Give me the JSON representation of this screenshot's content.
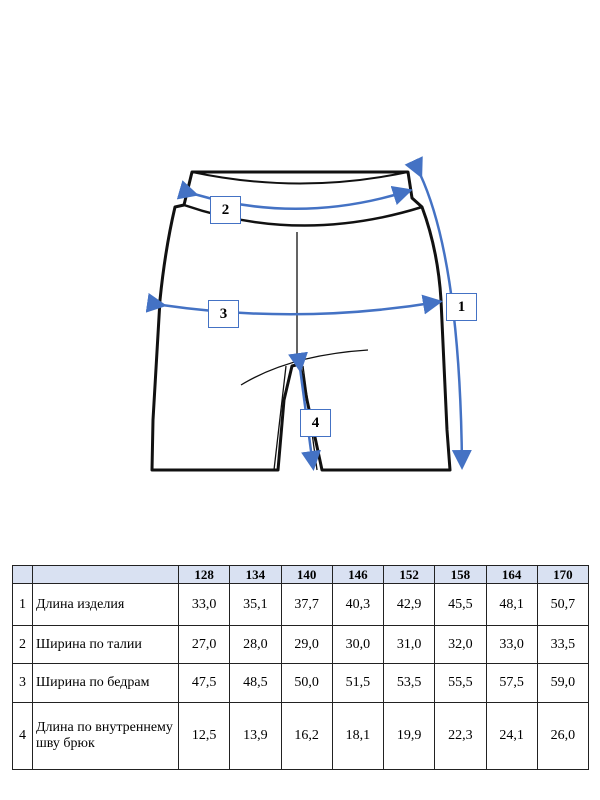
{
  "diagram": {
    "labels": [
      "1",
      "2",
      "3",
      "4"
    ],
    "accent": "#4472c4"
  },
  "table": {
    "sizes": [
      "128",
      "134",
      "140",
      "146",
      "152",
      "158",
      "164",
      "170"
    ],
    "rows": [
      {
        "num": "1",
        "name": "Длина изделия",
        "values": [
          "33,0",
          "35,1",
          "37,7",
          "40,3",
          "42,9",
          "45,5",
          "48,1",
          "50,7"
        ]
      },
      {
        "num": "2",
        "name": "Ширина по талии",
        "values": [
          "27,0",
          "28,0",
          "29,0",
          "30,0",
          "31,0",
          "32,0",
          "33,0",
          "33,5"
        ]
      },
      {
        "num": "3",
        "name": "Ширина по бедрам",
        "values": [
          "47,5",
          "48,5",
          "50,0",
          "51,5",
          "53,5",
          "55,5",
          "57,5",
          "59,0"
        ]
      },
      {
        "num": "4",
        "name": "Длина по внутреннему шву брюк",
        "values": [
          "12,5",
          "13,9",
          "16,2",
          "18,1",
          "19,9",
          "22,3",
          "24,1",
          "26,0"
        ]
      }
    ]
  }
}
